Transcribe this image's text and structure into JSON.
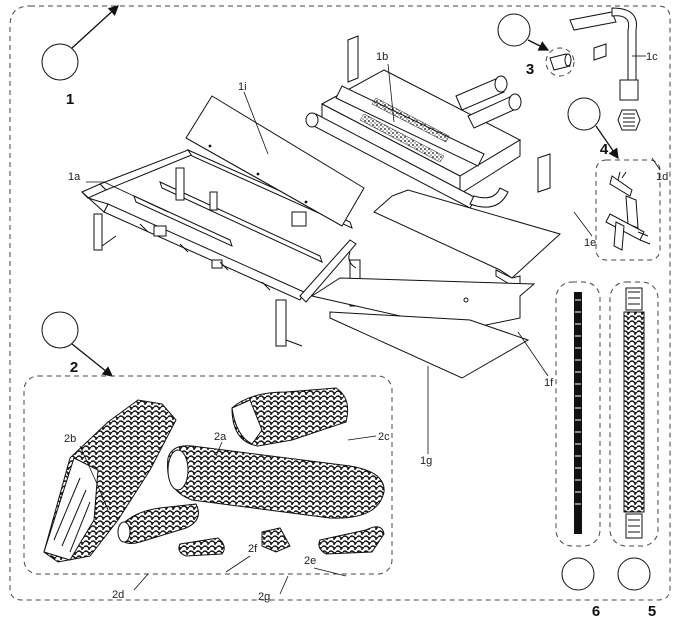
{
  "diagram": {
    "callouts": [
      "1",
      "2",
      "3",
      "4",
      "5",
      "6"
    ],
    "part_labels": {
      "p1a": "1a",
      "p1b": "1b",
      "p1c": "1c",
      "p1d": "1d",
      "p1e": "1e",
      "p1f": "1f",
      "p1g": "1g",
      "p1i": "1i",
      "p2a": "2a",
      "p2b": "2b",
      "p2c": "2c",
      "p2d": "2d",
      "p2e": "2e",
      "p2f": "2f",
      "p2g": "2g"
    }
  }
}
